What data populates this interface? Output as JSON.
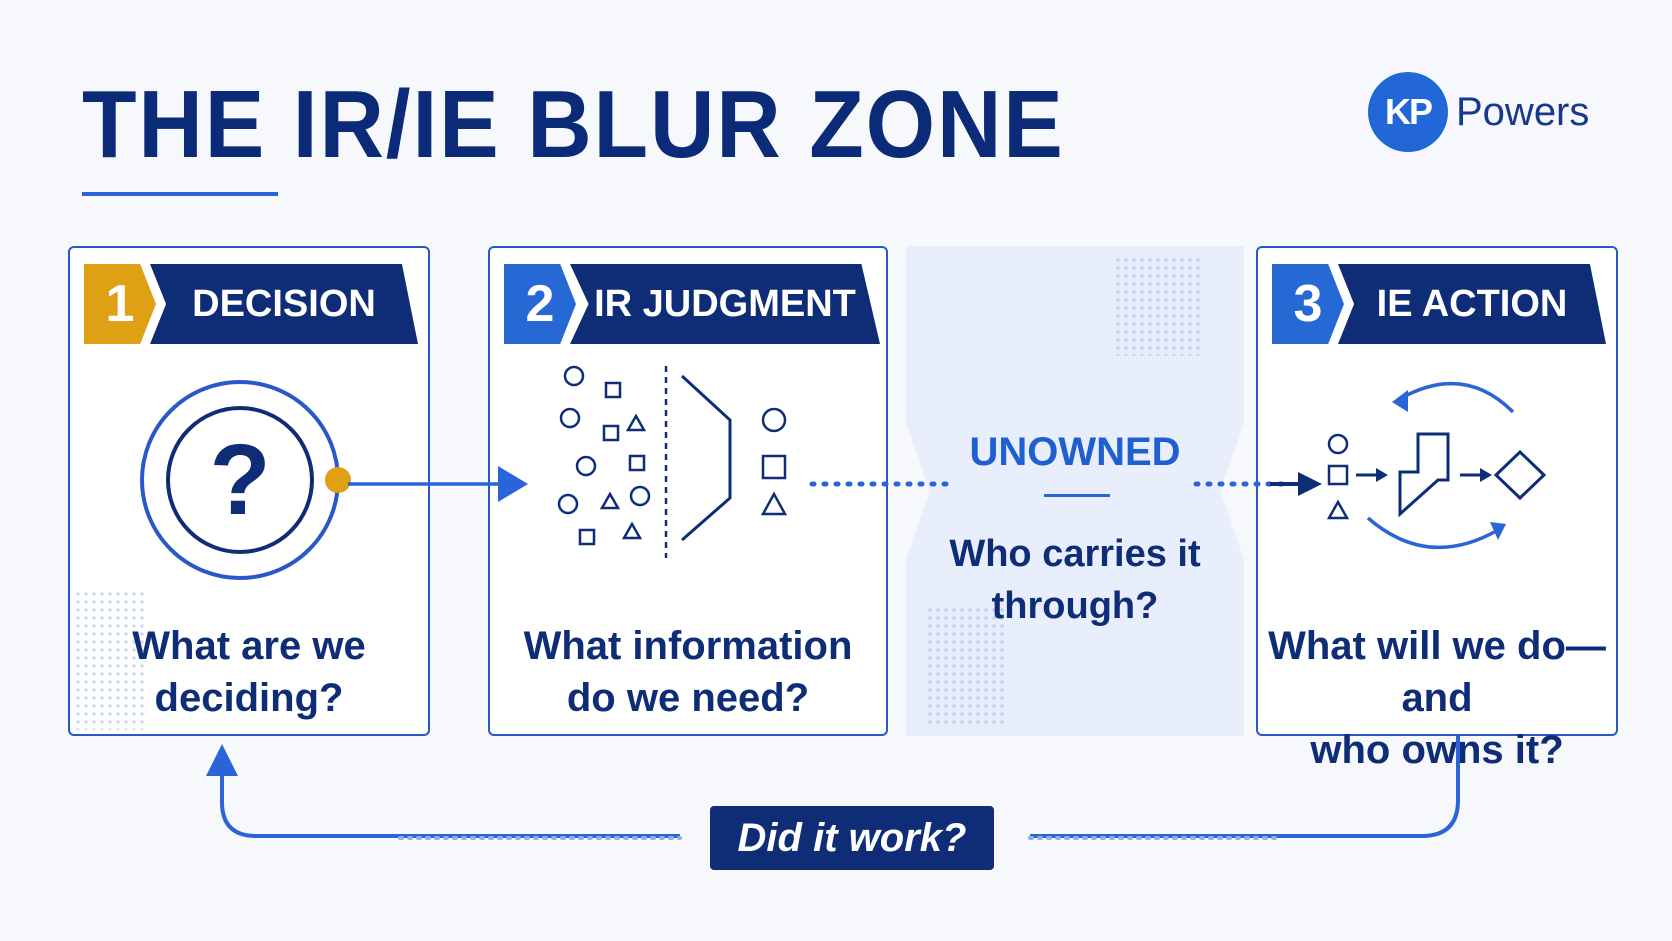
{
  "title": "THE IR/IE BLUR ZONE",
  "logo": {
    "mark": "KP",
    "word": "Powers"
  },
  "steps": [
    {
      "number": "1",
      "label": "DECISION",
      "question_line1": "What are we",
      "question_line2": "deciding?",
      "icon": "question-mark-icon"
    },
    {
      "number": "2",
      "label": "IR JUDGMENT",
      "question_line1": "What information",
      "question_line2": "do we need?",
      "icon": "filter-shapes-icon"
    },
    {
      "number": "3",
      "label": "IE ACTION",
      "question_line1": "What will we do—and",
      "question_line2": "who owns it?",
      "icon": "action-cycle-icon"
    }
  ],
  "gap": {
    "label": "UNOWNED",
    "question_line1": "Who carries it",
    "question_line2": "through?"
  },
  "feedback": {
    "label": "Did it work?"
  },
  "colors": {
    "navy": "#0f2d77",
    "blue": "#2a64d6",
    "gold": "#e0a014",
    "gap_fill": "#e8eefb"
  }
}
